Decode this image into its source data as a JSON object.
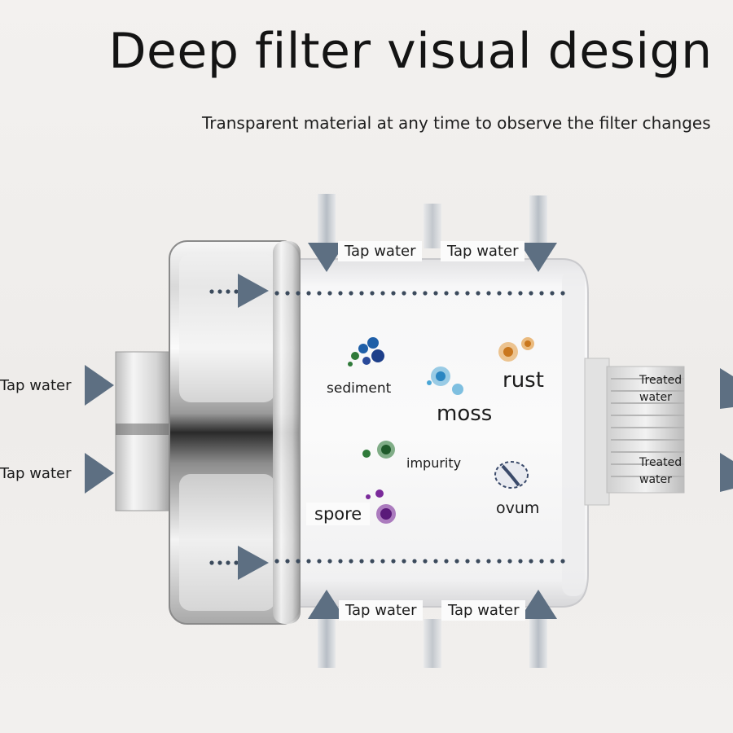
{
  "header": {
    "title": "Deep filter visual design",
    "subtitle": "Transparent material at any time to observe the filter changes"
  },
  "flow_labels": {
    "tap_top_left": "Tap water",
    "tap_top_right": "Tap water",
    "tap_bottom_left": "Tap water",
    "tap_bottom_right": "Tap water",
    "tap_side_upper": "Tap water",
    "tap_side_lower": "Tap water",
    "treated_upper": [
      "Treated",
      "water"
    ],
    "treated_lower": [
      "Treated",
      "water"
    ]
  },
  "contaminants": {
    "sediment": "sediment",
    "rust": "rust",
    "moss": "moss",
    "impurity": "impurity",
    "spore": "spore",
    "ovum": "ovum"
  },
  "colors": {
    "arrow": "#5d6f82",
    "flow_dots": "#3b4a5c",
    "sediment": "#1f5fa8",
    "moss": "#4aa6d6",
    "rust": "#d98a2b",
    "impurity": "#2f7a3a",
    "spore": "#7a2a9a",
    "ovum": "#3a4a6a"
  }
}
